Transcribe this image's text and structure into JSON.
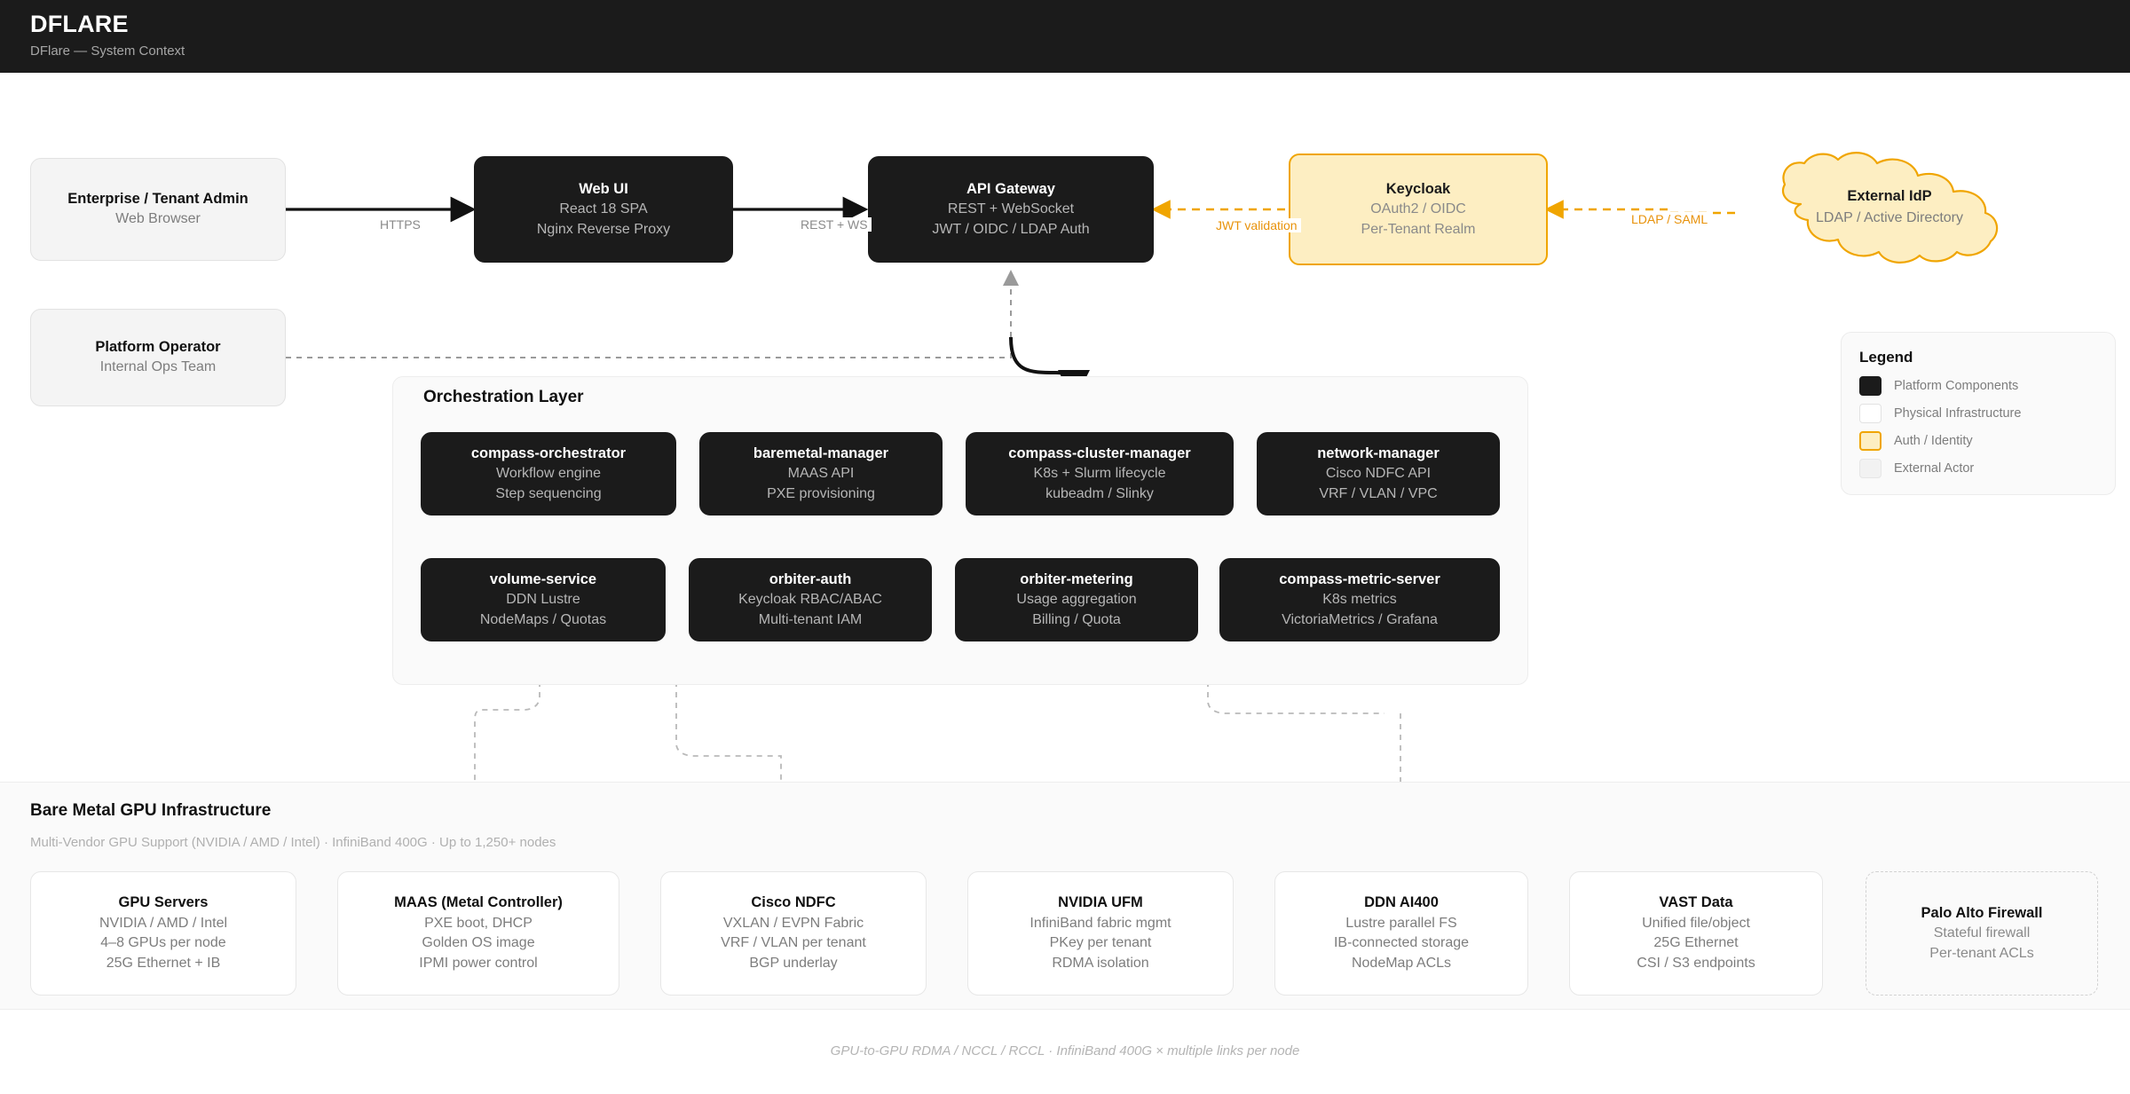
{
  "header": {
    "title": "DFLARE",
    "subtitle": "DFlare — System Context"
  },
  "actors": {
    "tenant_admin": {
      "title": "Enterprise / Tenant Admin",
      "line1": "Web Browser"
    },
    "platform_operator": {
      "title": "Platform Operator",
      "line1": "Internal Ops Team"
    }
  },
  "platform": {
    "web_ui": {
      "title": "Web UI",
      "line1": "React 18 SPA",
      "line2": "Nginx Reverse Proxy"
    },
    "api_gateway": {
      "title": "API Gateway",
      "line1": "REST + WebSocket",
      "line2": "JWT / OIDC / LDAP Auth"
    }
  },
  "auth": {
    "keycloak": {
      "title": "Keycloak",
      "line1": "OAuth2 / OIDC",
      "line2": "Per-Tenant Realm"
    },
    "external_idp": {
      "title": "External IdP",
      "line1": "LDAP / Active Directory"
    }
  },
  "edges": {
    "https": "HTTPS",
    "rest_ws": "REST + WS",
    "jwt_validation": "JWT validation",
    "ldap_saml": "LDAP / SAML"
  },
  "orchestration": {
    "title": "Orchestration Layer",
    "services": [
      {
        "title": "compass-orchestrator",
        "line1": "Workflow engine",
        "line2": "Step sequencing"
      },
      {
        "title": "baremetal-manager",
        "line1": "MAAS API",
        "line2": "PXE provisioning"
      },
      {
        "title": "compass-cluster-manager",
        "line1": "K8s + Slurm lifecycle",
        "line2": "kubeadm / Slinky"
      },
      {
        "title": "network-manager",
        "line1": "Cisco NDFC API",
        "line2": "VRF / VLAN / VPC"
      },
      {
        "title": "volume-service",
        "line1": "DDN Lustre",
        "line2": "NodeMaps / Quotas"
      },
      {
        "title": "orbiter-auth",
        "line1": "Keycloak RBAC/ABAC",
        "line2": "Multi-tenant IAM"
      },
      {
        "title": "orbiter-metering",
        "line1": "Usage aggregation",
        "line2": "Billing / Quota"
      },
      {
        "title": "compass-metric-server",
        "line1": "K8s metrics",
        "line2": "VictoriaMetrics / Grafana"
      }
    ]
  },
  "infrastructure": {
    "title": "Bare Metal GPU Infrastructure",
    "subtitle": "Multi-Vendor GPU Support (NVIDIA / AMD / Intel) · InfiniBand 400G · Up to 1,250+ nodes",
    "footer_note": "GPU-to-GPU RDMA / NCCL / RCCL · InfiniBand 400G × multiple links per node",
    "nodes": [
      {
        "title": "GPU Servers",
        "line1": "NVIDIA / AMD / Intel",
        "line2": "4–8 GPUs per node",
        "line3": "25G Ethernet + IB",
        "style": "white"
      },
      {
        "title": "MAAS (Metal Controller)",
        "line1": "PXE boot, DHCP",
        "line2": "Golden OS image",
        "line3": "IPMI power control",
        "style": "white"
      },
      {
        "title": "Cisco NDFC",
        "line1": "VXLAN / EVPN Fabric",
        "line2": "VRF / VLAN per tenant",
        "line3": "BGP underlay",
        "style": "white"
      },
      {
        "title": "NVIDIA UFM",
        "line1": "InfiniBand fabric mgmt",
        "line2": "PKey per tenant",
        "line3": "RDMA isolation",
        "style": "white"
      },
      {
        "title": "DDN AI400",
        "line1": "Lustre parallel FS",
        "line2": "IB-connected storage",
        "line3": "NodeMap ACLs",
        "style": "white"
      },
      {
        "title": "VAST Data",
        "line1": "Unified file/object",
        "line2": "25G Ethernet",
        "line3": "CSI / S3 endpoints",
        "style": "white"
      },
      {
        "title": "Palo Alto Firewall",
        "line1": "Stateful firewall",
        "line2": "Per-tenant ACLs",
        "line3": "",
        "style": "dashed"
      }
    ]
  },
  "legend": {
    "title": "Legend",
    "items": [
      {
        "label": "Platform Components",
        "swatch": "dark"
      },
      {
        "label": "Physical Infrastructure",
        "swatch": "white"
      },
      {
        "label": "Auth / Identity",
        "swatch": "auth"
      },
      {
        "label": "External Actor",
        "swatch": "ext"
      }
    ]
  },
  "colors": {
    "dark": "#1b1b1b",
    "accent": "#f0a500",
    "auth_fill": "#fdeec2",
    "muted": "#7d7d7d"
  }
}
